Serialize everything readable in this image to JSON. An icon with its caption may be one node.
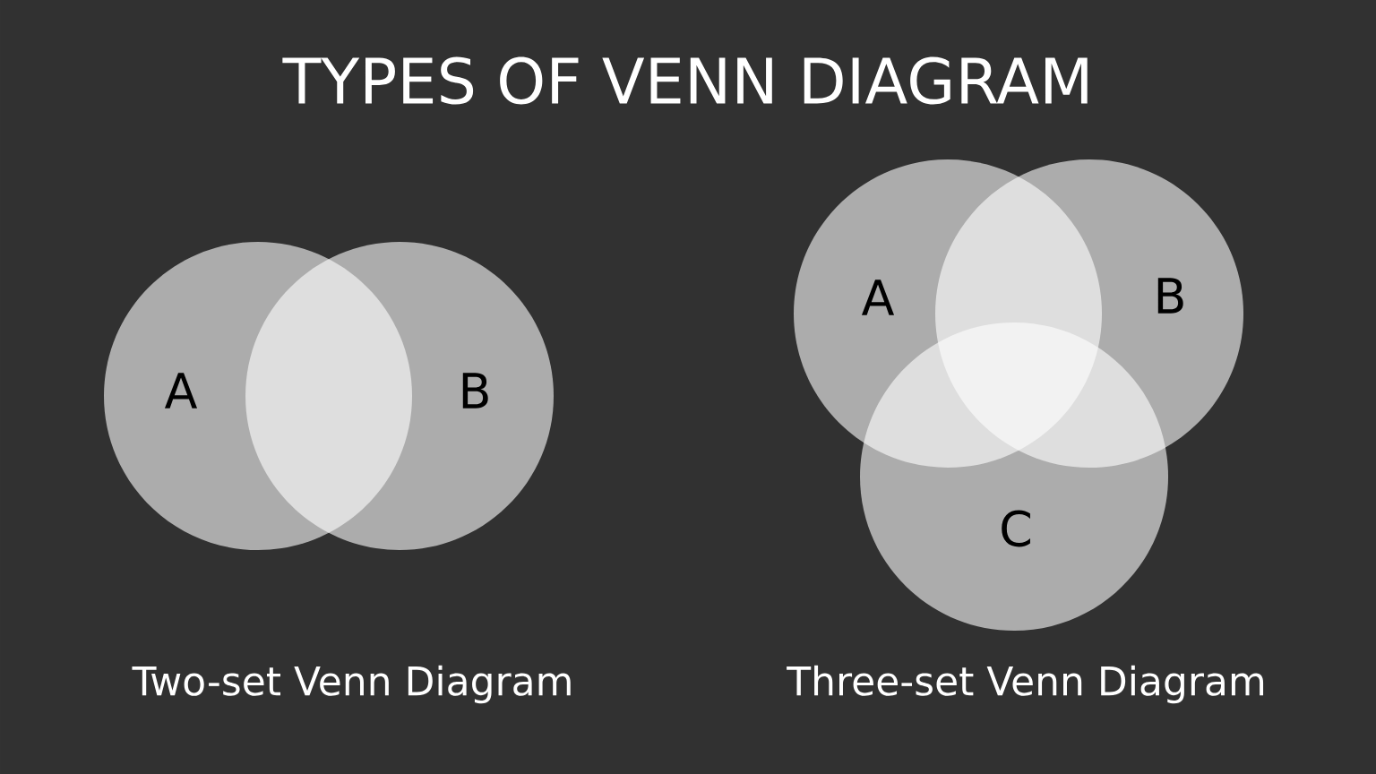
{
  "diagram": {
    "title": "TYPES OF VENN DIAGRAM",
    "nodes": [
      {
        "text": [
          "A"
        ]
      },
      {
        "text": [
          "B"
        ]
      },
      {
        "text": [
          "A"
        ]
      },
      {
        "text": [
          "B"
        ]
      },
      {
        "text": [
          "C"
        ]
      }
    ],
    "labels": [
      "Two-set Venn Diagram",
      "Three-set Venn Diagram"
    ]
  }
}
